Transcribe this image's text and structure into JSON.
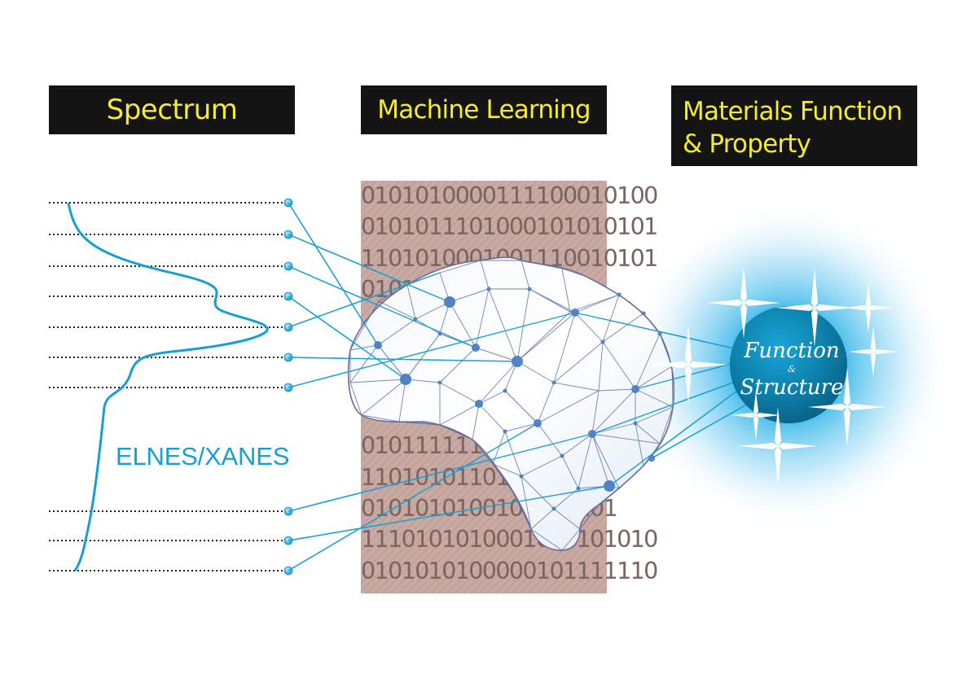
{
  "headers": {
    "spectrum": "Spectrum",
    "machine_learning": "Machine Learning",
    "materials_line1": "Materials Function",
    "materials_line2": "& Property"
  },
  "spectrum_label": "ELNES/XANES",
  "binary_rows": [
    "0101010000111100010100",
    "0101011101000101010101",
    "1101010001001110010101",
    "0101",
    "",
    "",
    "",
    "",
    "01011111111",
    "1101010110101",
    "0101010100101010101",
    "1110101010001010101010",
    "0101010100000101111110"
  ],
  "sphere": {
    "line1": "Function",
    "amp": "&",
    "line2": "Structure"
  },
  "colors": {
    "header_bg": "#141414",
    "header_text": "#f6ec2c",
    "accent_blue": "#169fd4",
    "node_blue": "#4f83c4",
    "binary_bg": "#c9aaa2"
  }
}
